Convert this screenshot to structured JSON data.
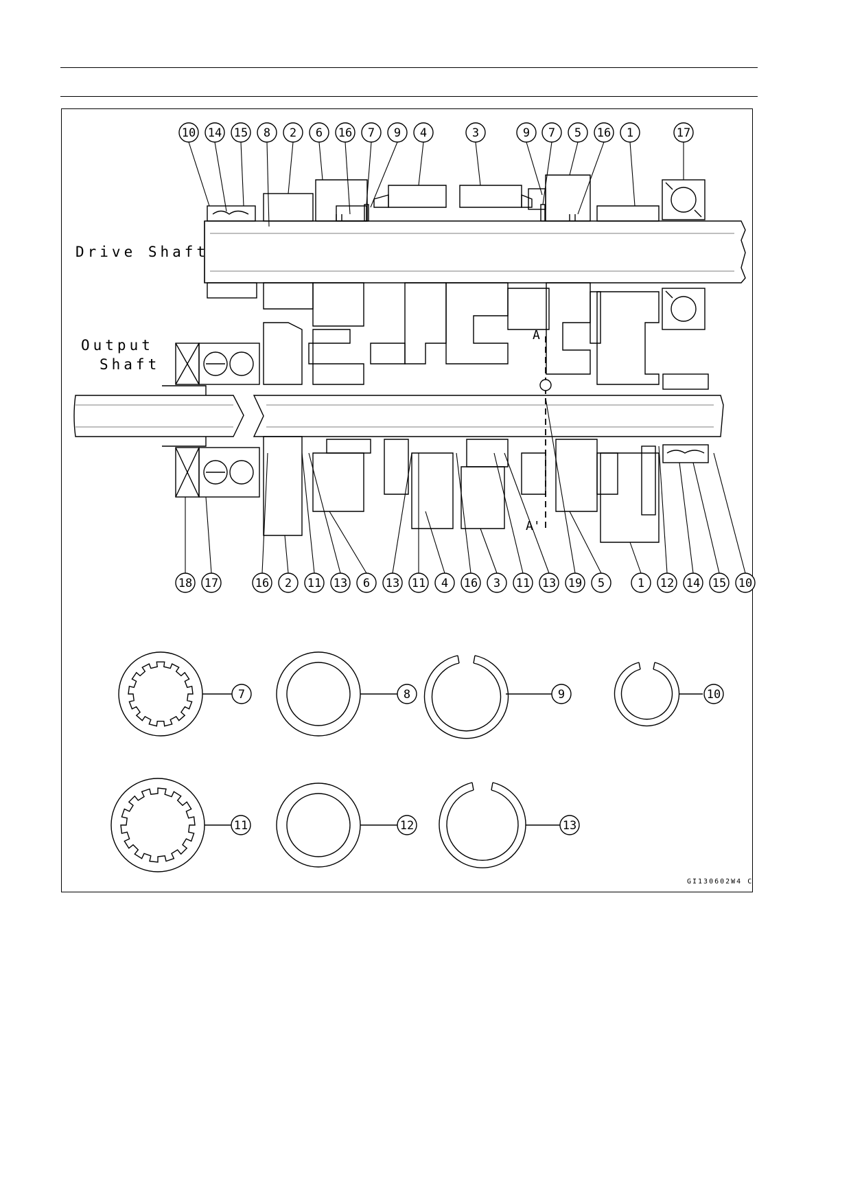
{
  "labels": {
    "drive_shaft": "Drive Shaft",
    "output_shaft_1": "Output",
    "output_shaft_2": "Shaft",
    "section_a": "A",
    "section_a_prime": "A'",
    "drawing_code": "GI130602W4 C"
  },
  "top_callouts": [
    "10",
    "14",
    "15",
    "8",
    "2",
    "6",
    "16",
    "7",
    "9",
    "4",
    "3",
    "9",
    "7",
    "5",
    "16",
    "1",
    "17"
  ],
  "bottom_callouts": [
    "18",
    "17",
    "16",
    "2",
    "11",
    "13",
    "6",
    "13",
    "11",
    "4",
    "16",
    "3",
    "11",
    "13",
    "19",
    "5",
    "1",
    "12",
    "14",
    "15",
    "10"
  ],
  "parts": {
    "p7": "7",
    "p8": "8",
    "p9": "9",
    "p10": "10",
    "p11": "11",
    "p12": "12",
    "p13": "13"
  }
}
